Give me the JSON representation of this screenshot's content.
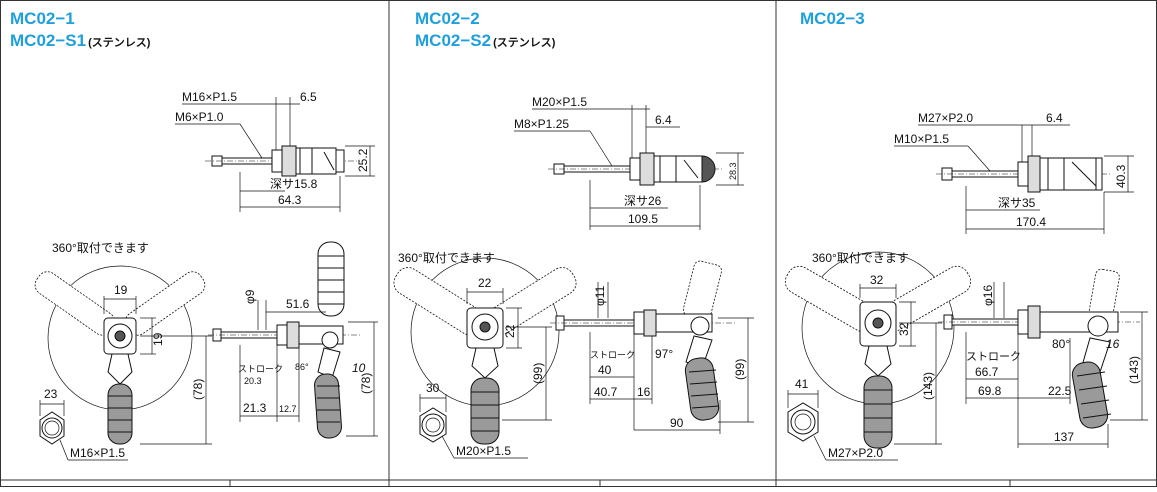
{
  "panels": [
    {
      "title_line1": "MC02−1",
      "title_line2": "MC02−S1",
      "title_suffix": "(ステンレス)",
      "top_view": {
        "thread_outer": "M16×P1.5",
        "thread_inner": "M6×P1.0",
        "dim_flange": "6.5",
        "dim_height": "25.2",
        "dim_depth": "深サ15.8",
        "dim_length": "64.3"
      },
      "mount_note": "360°取付できます",
      "handle_view": {
        "dim_width": "19",
        "dim_height": "19",
        "dim_overall": "(78)"
      },
      "hex_view": {
        "dim_flats": "23",
        "thread_label": "M16×P1.5"
      },
      "side_view": {
        "dim_diameter": "φ9",
        "dim_reach": "51.6",
        "stroke_label": "ストローク",
        "stroke_value": "20.3",
        "angle": "86°",
        "dim_offset": "10",
        "dim_overall": "(78)",
        "dim_a": "21.3",
        "dim_b": "12.7"
      }
    },
    {
      "title_line1": "MC02−2",
      "title_line2": "MC02−S2",
      "title_suffix": "(ステンレス)",
      "top_view": {
        "thread_outer": "M20×P1.5",
        "thread_inner": "M8×P1.25",
        "dim_flange": "6.4",
        "dim_height": "28.3",
        "dim_depth": "深サ26",
        "dim_length": "109.5"
      },
      "mount_note": "360°取付できます",
      "handle_view": {
        "dim_width": "22",
        "dim_height": "22",
        "dim_overall": "(99)"
      },
      "hex_view": {
        "dim_flats": "30",
        "thread_label": "M20×P1.5"
      },
      "side_view": {
        "dim_diameter": "φ11",
        "stroke_label": "ストローク",
        "stroke_value": "40",
        "angle": "97°",
        "dim_overall": "(99)",
        "dim_a": "40.7",
        "dim_b": "16",
        "dim_total": "90"
      }
    },
    {
      "title_line1": "MC02−3",
      "top_view": {
        "thread_outer": "M27×P2.0",
        "thread_inner": "M10×P1.5",
        "dim_flange": "6.4",
        "dim_height": "40.3",
        "dim_depth": "深サ35",
        "dim_length": "170.4"
      },
      "mount_note": "360°取付できます",
      "handle_view": {
        "dim_width": "32",
        "dim_height": "32",
        "dim_overall": "(143)"
      },
      "hex_view": {
        "dim_flats": "41",
        "thread_label": "M27×P2.0"
      },
      "side_view": {
        "dim_diameter": "φ16",
        "stroke_label": "ストローク",
        "stroke_value": "66.7",
        "angle": "80°",
        "dim_offset": "16",
        "dim_overall": "(143)",
        "dim_a": "69.8",
        "dim_b": "22.5",
        "dim_total": "137"
      }
    }
  ],
  "colors": {
    "title": "#1fa0dc",
    "line": "#111111",
    "grip": "#9a9a9a"
  }
}
